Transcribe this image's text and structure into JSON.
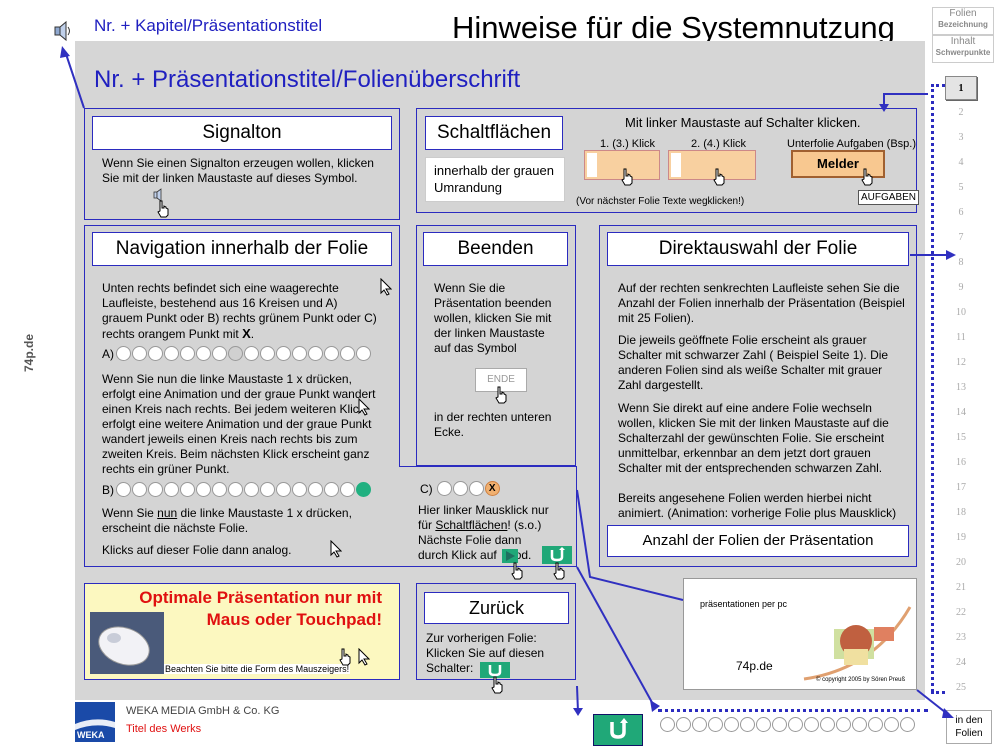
{
  "header": {
    "chapter": "Nr. + Kapitel/Präsentationstitel",
    "title": "Hinweise für die Systemnutzung",
    "slide_title": "Nr. + Präsentationstitel/Folienüberschrift"
  },
  "top_right": {
    "folien_line1": "Folien",
    "folien_line2": "Bezeichnung",
    "inhalt_line1": "Inhalt",
    "inhalt_line2": "Schwerpunkte"
  },
  "side_label": "74p.de",
  "signalton": {
    "heading": "Signalton",
    "text": "Wenn Sie einen Signalton erzeugen wollen, klicken Sie mit der linken Maustaste auf dieses Symbol."
  },
  "schaltflaechen": {
    "heading": "Schaltflächen",
    "instruction": "Mit linker Maustaste auf Schalter klicken.",
    "inner_text": "innerhalb der grauen Umrandung",
    "click1": "1. (3.) Klick",
    "click2": "2. (4.) Klick",
    "unterfolie": "Unterfolie Aufgaben (Bsp.)",
    "melder": "Melder",
    "aufgaben": "AUFGABEN",
    "note": "(Vor nächster Folie Texte wegklicken!)"
  },
  "navigation": {
    "heading": "Navigation innerhalb der Folie",
    "para1": "Unten rechts befindet sich eine waagerechte Laufleiste, bestehend aus 16 Kreisen und A)  grauem Punkt oder B) rechts grünem Punkt oder C) rechts orangem Punkt mit",
    "x_mark": "X",
    "period": ".",
    "label_a": "A)",
    "para2": "Wenn Sie nun die linke Maustaste 1 x drücken, erfolgt eine Animation und der graue Punkt wandert einen Kreis nach rechts. Bei jedem weiteren Klick erfolgt eine weitere Animation und der graue Punkt wandert jeweils einen Kreis nach rechts bis zum zweiten Kreis. Beim nächsten Klick erscheint ganz rechts ein grüner Punkt.",
    "label_b": "B)",
    "para3_pre": "Wenn Sie ",
    "para3_nun": "nun",
    "para3_post": " die linke Maustaste 1 x drücken, erscheint die nächste Folie.",
    "para4": "Klicks auf dieser Folie dann analog."
  },
  "beenden": {
    "heading": "Beenden",
    "text": "Wenn Sie die Präsentation beenden wollen, klicken Sie mit der linken Maustaste auf das Symbol",
    "ende": "ENDE",
    "text2": "in der rechten unteren Ecke."
  },
  "section_c": {
    "label": "C)",
    "x_mark": "X",
    "line1": "Hier linker Mausklick nur",
    "line2_pre": "für ",
    "line2_link": "Schaltflächen",
    "line2_post": "! (s.o.)",
    "line3": "Nächste Folie dann",
    "line4_pre": "durch Klick auf",
    "line4_mid": "od."
  },
  "direktauswahl": {
    "heading": "Direktauswahl der Folie",
    "p1": "Auf der rechten senkrechten Laufleiste sehen Sie die Anzahl der Folien innerhalb der Präsentation (Beispiel mit 25 Folien).",
    "p2": "Die jeweils geöffnete Folie erscheint als grauer Schalter mit schwarzer Zahl ( Beispiel Seite 1). Die anderen Folien sind als weiße Schalter mit grauer Zahl dargestellt.",
    "p3": "Wenn Sie direkt auf eine andere Folie wechseln wollen, klicken Sie mit der linken Maustaste auf die Schalterzahl der gewünschten Folie. Sie erscheint unmittelbar, erkennbar an dem jetzt dort grauen Schalter mit der entsprechenden schwarzen Zahl.",
    "p4": "Bereits angesehene Folien  werden hierbei nicht animiert. (Animation: vorherige Folie plus Mausklick)",
    "anzahl": "Anzahl der Folien der Präsentation"
  },
  "optimal": {
    "line1": "Optimale Präsentation nur mit",
    "line2": "Maus oder Touchpad!",
    "note": "Beachten Sie bitte die Form des Mauszeigers!"
  },
  "zurueck": {
    "heading": "Zurück",
    "text": "Zur vorherigen Folie: Klicken Sie auf diesen Schalter:"
  },
  "thumbnail": {
    "title": "präsentationen per pc",
    "brand": "74p.de",
    "copyright": "© copyright 2005 by Sören Preuß"
  },
  "footer": {
    "company": "WEKA MEDIA GmbH & Co. KG",
    "werk": "Titel des Werks",
    "logo": "WEKA",
    "in_den_folien_1": "in den",
    "in_den_folien_2": "Folien"
  },
  "nav_numbers": [
    "1",
    "2",
    "3",
    "4",
    "5",
    "6",
    "7",
    "8",
    "9",
    "10",
    "11",
    "12",
    "13",
    "14",
    "15",
    "16",
    "17",
    "18",
    "19",
    "20",
    "21",
    "22",
    "23",
    "24",
    "25"
  ],
  "colors": {
    "panel": "#d4d4d4",
    "border": "#2b2bbf",
    "red": "#e01010",
    "green": "#20a878"
  }
}
